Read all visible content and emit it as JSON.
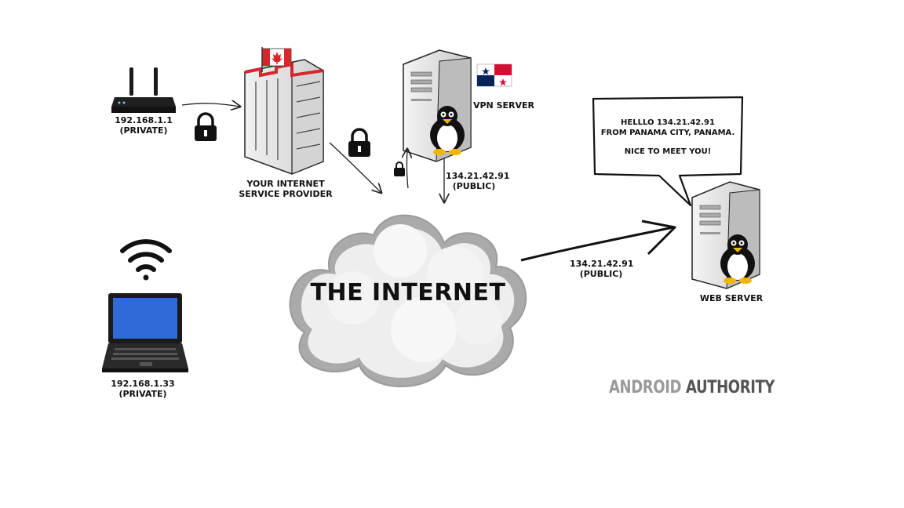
{
  "nodes": {
    "router": {
      "ip": "192.168.1.1",
      "type": "(PRIVATE)"
    },
    "laptop": {
      "ip": "192.168.1.33",
      "type": "(PRIVATE)"
    },
    "isp": {
      "line1": "YOUR INTERNET",
      "line2": "SERVICE PROVIDER"
    },
    "vpn": {
      "label": "VPN SERVER"
    },
    "vpn_addr": {
      "ip": "134.21.42.91",
      "type": "(PUBLIC)"
    },
    "internet": {
      "label": "THE INTERNET"
    },
    "web_addr": {
      "ip": "134.21.42.91",
      "type": "(PUBLIC)"
    },
    "web": {
      "label": "WEB SERVER"
    }
  },
  "speech": {
    "line1": "HELLLO 134.21.42.91",
    "line2": "FROM PANAMA CITY, PANAMA.",
    "line3": "NICE TO MEET YOU!"
  },
  "brand": {
    "part1": "ANDROID",
    "part2": "AUTHORITY"
  },
  "colors": {
    "brand_light": "#9a9a9a",
    "brand_dark": "#555555",
    "canada_red": "#d9262b",
    "panama_red": "#d21034",
    "panama_blue": "#072357",
    "laptop_screen": "#2f6bd6",
    "cloud": "#eeeeee"
  },
  "icons": [
    "router-icon",
    "lock-icon",
    "building-icon",
    "canada-flag-icon",
    "server-icon",
    "penguin-icon",
    "panama-flag-icon",
    "wifi-icon",
    "laptop-icon",
    "cloud-icon",
    "speech-bubble-icon"
  ]
}
